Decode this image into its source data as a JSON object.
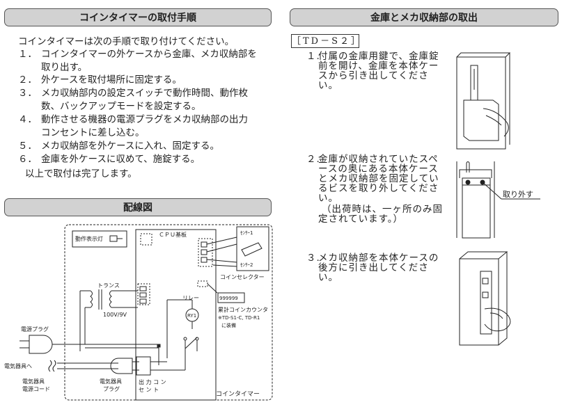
{
  "install": {
    "title": "コインタイマーの取付手順",
    "intro": "コインタイマーは次の手順で取り付けてください。",
    "steps": [
      {
        "num": "１．",
        "l1": "コインタイマーの外ケースから金庫、メカ収納部を",
        "l2": "取り出す。"
      },
      {
        "num": "２．",
        "l1": "外ケースを取付場所に固定する。",
        "l2": ""
      },
      {
        "num": "３．",
        "l1": "メカ収納部内の設定スイッチで動作時間、動作枚",
        "l2": "数、バックアップモードを設定する。"
      },
      {
        "num": "４．",
        "l1": "動作させる機器の電源プラグをメカ収納部の出力",
        "l2": "コンセントに差し込む。"
      },
      {
        "num": "５．",
        "l1": "メカ収納部を外ケースに入れ、固定する。",
        "l2": ""
      },
      {
        "num": "６．",
        "l1": "金庫を外ケースに収めて、施錠する。",
        "l2": ""
      }
    ],
    "outro": "以上で取付は完了します。"
  },
  "wiring": {
    "title": "配線図",
    "labels": {
      "indicator": "動作表示灯",
      "cpu": "ＣＰＵ基板",
      "sensor1": "ｾﾝｻｰ1",
      "sensor2": "ｾﾝｻｰ2",
      "coin_selector": "コインセレクター",
      "transformer": "トランス",
      "voltage": "100V/9V",
      "relay": "リレー",
      "relay_coil": "RY1",
      "counter_digits": "999999",
      "counter": "累計コインカウンタ",
      "counter_note1": "※TD-S1-C, TD-R1",
      "counter_note2": "に装備",
      "power_plug": "電源プラグ",
      "appliance_to": "電気器具へ",
      "appliance_cord1": "電気器具",
      "appliance_cord2": "電源コード",
      "appliance_plug1": "電気器具",
      "appliance_plug2": "プラグ",
      "outlet1": "出 力 コ ン",
      "outlet2": "セ ン ト",
      "coin_timer": "コインタイマー"
    }
  },
  "removal": {
    "title": "金庫とメカ収納部の取出",
    "model": "［TD－S２］",
    "steps": [
      {
        "num": "１.",
        "lines": [
          "付属の金庫用鍵で、金庫錠",
          "前を開け、金庫を本体ケー",
          "スから引き出してくださ",
          "い。"
        ]
      },
      {
        "num": "２.",
        "lines": [
          "金庫が収納されていたスペ",
          "ースの奥にある本体ケース",
          "とメカ収納部を固定してい",
          "るビスを取り外してくださ",
          "い。",
          "（出荷時は、一ヶ所のみ固",
          "定されています。）"
        ]
      },
      {
        "num": "３.",
        "lines": [
          "メカ収納部を本体ケースの",
          "後方に引き出してくださ",
          "い。"
        ]
      }
    ],
    "remove_label": "取り外す"
  }
}
